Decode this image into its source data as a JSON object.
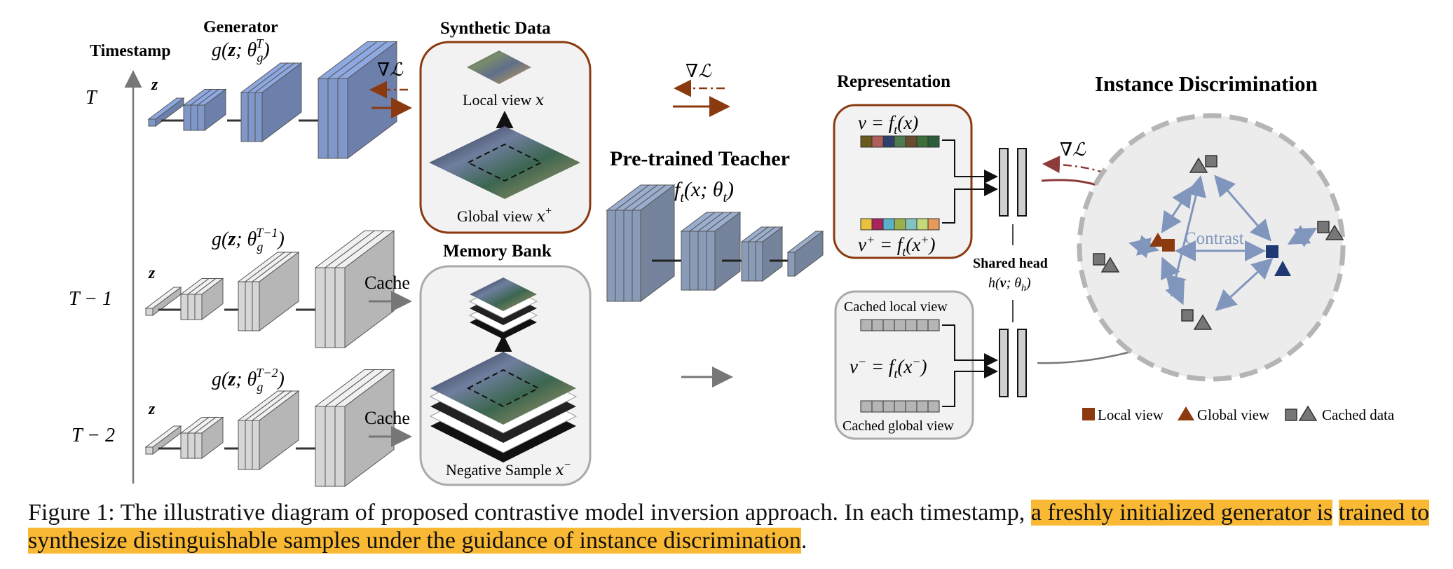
{
  "timestamps": {
    "heading": "Timestamp",
    "t0": "T",
    "t1": "T − 1",
    "t2": "T − 2"
  },
  "generator": {
    "title": "Generator",
    "formula_main": "g(z; θ",
    "formula_sub_t0": "g",
    "formula_sup_t0": "T",
    "formula_sup_t1": "T−1",
    "formula_sup_t2": "T−2",
    "z_label": "z"
  },
  "cache_label": "Cache",
  "grad_label": "∇ℒ",
  "synthetic": {
    "title": "Synthetic Data",
    "local": "Local view 𝑥",
    "global": "Global view 𝑥",
    "global_sup": "+"
  },
  "memory": {
    "title": "Memory Bank",
    "negative": "Negative Sample 𝑥",
    "negative_sup": "−"
  },
  "teacher": {
    "title": "Pre-trained Teacher",
    "formula": "f",
    "formula_rest": "(x; θ",
    "formula_end": ")"
  },
  "representation": {
    "title": "Representation",
    "v": "𝑣 = 𝑓",
    "v_rest": "(𝑥)",
    "vplus": "𝑣",
    "vplus_rest": " = 𝑓",
    "vplus_end": "(𝑥",
    "cached_local": "Cached local view",
    "cached_global": "Cached global view",
    "vminus": "𝑣",
    "vminus_rest": " = 𝑓",
    "vminus_end": "(𝑥"
  },
  "shared_head": {
    "title": "Shared head",
    "formula": "h(v; θ",
    "formula_end": ")"
  },
  "instance": {
    "title": "Instance Discrimination",
    "contrast": "Contrast"
  },
  "legend": {
    "local": "Local view",
    "global": "Global view",
    "cached": "Cached data"
  },
  "caption": {
    "prefix": "Figure 1:  The illustrative diagram of proposed contrastive model inversion approach.  In each timestamp, ",
    "highlight1": "a freshly initialized generator is",
    "highlight2": "trained to synthesize distinguishable samples under the guidance of instance discrimination",
    "suffix": "."
  },
  "colors": {
    "brown": "#8b3a0f",
    "gen_blue": "#7f97c9",
    "teacher": "#8a9bb8",
    "gray_block": "#d6d6d6",
    "navy": "#1f3a73",
    "arrow_blue": "#8096bd",
    "highlight": "#f9b934"
  },
  "feature_colors_v": [
    "#6b5a1e",
    "#b0605a",
    "#2f3f6b",
    "#4f7a50",
    "#6a4b2e",
    "#3d6e3a",
    "#2c5c3a",
    "#c0561a"
  ],
  "feature_colors_vplus": [
    "#e8c23d",
    "#a7245d",
    "#5ab1c8",
    "#9ab04a",
    "#82c2c0",
    "#c5d97a",
    "#e79a5a"
  ]
}
